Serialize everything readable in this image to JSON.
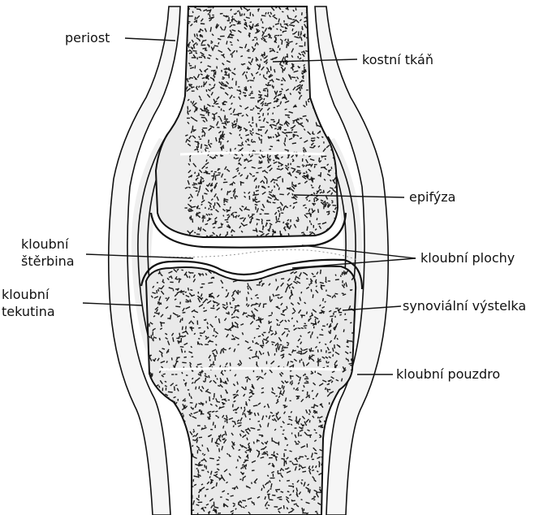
{
  "labels": {
    "periost": "periost",
    "kostni_tkan": "kostní tkáň",
    "epifyza": "epifýza",
    "kloubni_sterbina_1": "kloubní",
    "kloubni_sterbina_2": "štěrbina",
    "kloubni_plochy": "kloubní plochy",
    "kloubni_tekutina_1": "kloubní",
    "kloubni_tekutina_2": "tekutina",
    "synovialni_vystelka": "synoviální výstelka",
    "kloubni_pouzdro": "kloubní pouzdro"
  },
  "colors": {
    "ink": "#111111",
    "bone": "#e9e9e9",
    "capsule": "#f6f6f6",
    "background": "#ffffff"
  }
}
